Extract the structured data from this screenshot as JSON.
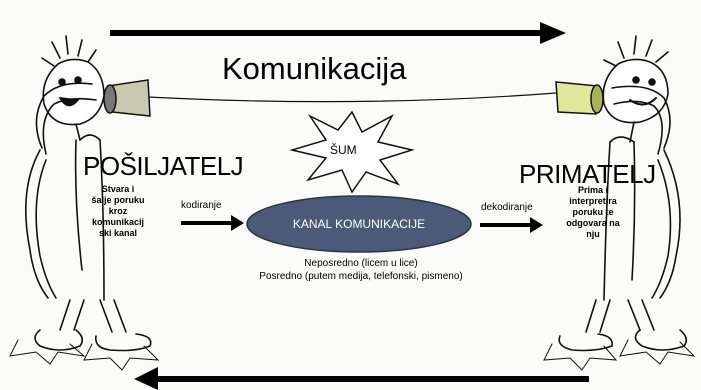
{
  "title": "Komunikacija",
  "sender": {
    "title": "POŠILJATELJ",
    "description_lines": [
      "Stvara i",
      "šalje poruku",
      "kroz",
      "komunikacij",
      "ski kanal"
    ]
  },
  "receiver": {
    "title": "PRIMATELJ",
    "description_lines": [
      "Prima i",
      "interpretira",
      "poruku te",
      "odgovara na",
      "nju"
    ]
  },
  "encoding_label": "kodiranje",
  "decoding_label": "dekodiranje",
  "channel_label": "KANAL KOMUNIKACIJE",
  "noise_label": "ŠUM",
  "channel_types": [
    "Neposredno (licem u lice)",
    "Posredno (putem medija, telefonski, pismeno)"
  ],
  "colors": {
    "channel_fill": "#4a5a78",
    "cup_left": "#c9c9b0",
    "cup_right": "#dfe89a",
    "ink": "#111111"
  }
}
